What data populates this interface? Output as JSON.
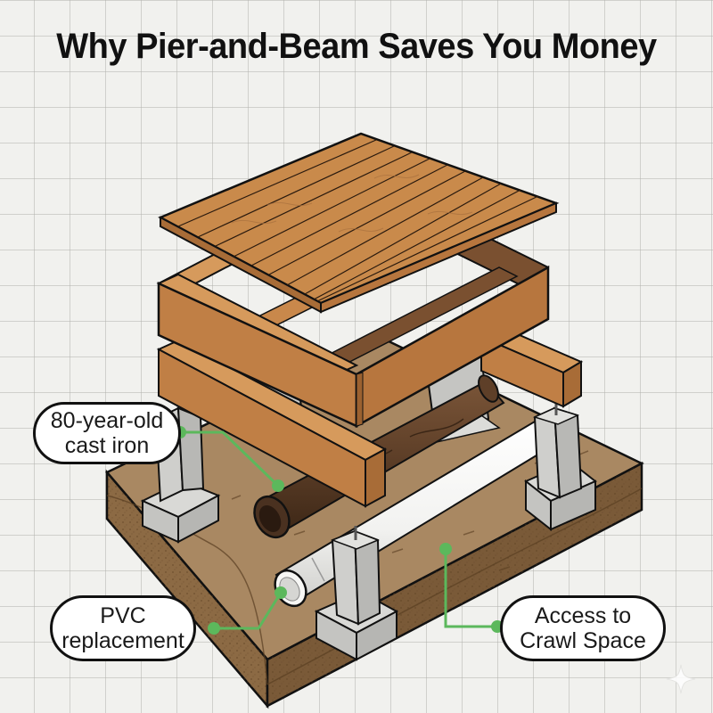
{
  "title": "Why Pier-and-Beam Saves You Money",
  "callouts": [
    {
      "id": "cast-iron",
      "lines": [
        "80-year-old",
        "cast iron"
      ]
    },
    {
      "id": "pvc",
      "lines": [
        "PVC",
        "replacement"
      ]
    },
    {
      "id": "crawl-space",
      "lines": [
        "Access to",
        "Crawl Space"
      ]
    }
  ],
  "colors": {
    "background": "#f1f1ee",
    "grid": "#c8c8c4",
    "wood": "#c98a4b",
    "wood_dark": "#8a5a33",
    "concrete": "#c9c9c6",
    "soil_top": "#a98862",
    "soil_side": "#8c6a44",
    "cast_iron": "#5e3f28",
    "pvc": "#f4f4f2",
    "leader_line": "#5cb85c",
    "outline": "#111111"
  },
  "components": [
    "decking",
    "rim-joist-frame",
    "beams",
    "concrete-piers",
    "soil-block",
    "cast-iron-pipe",
    "pvc-pipe"
  ]
}
